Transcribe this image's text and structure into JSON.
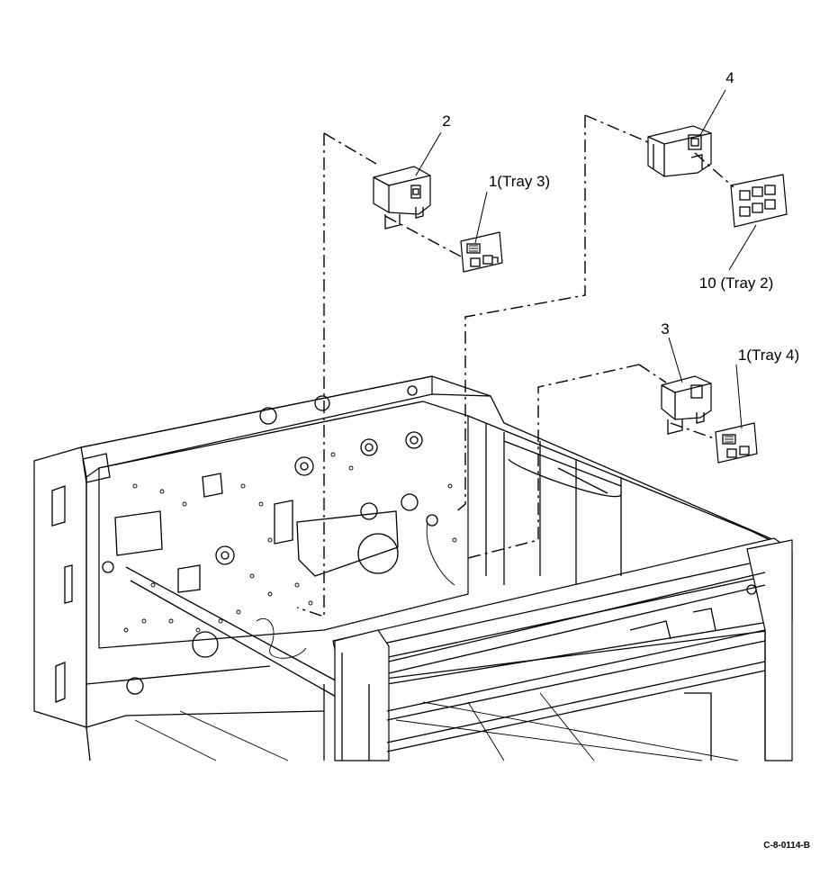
{
  "callouts": {
    "c2": "2",
    "c4": "4",
    "c1_tray3": "1(Tray 3)",
    "c10_tray2": "10 (Tray 2)",
    "c3": "3",
    "c1_tray4": "1(Tray 4)"
  },
  "figure_id": "C-8-0114-B"
}
